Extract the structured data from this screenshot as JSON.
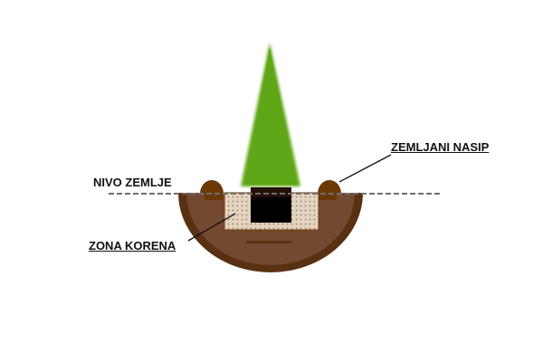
{
  "labels": {
    "ground_level": "NIVO ZEMLJE",
    "earth_mound": "ZEMLJANI NASIP",
    "root_zone": "ZONA KORENA"
  },
  "colors": {
    "soil": "#6e4126",
    "soil_edge": "#5a3012",
    "mound": "#6b3806",
    "root_zone": "#e3d3bf",
    "tree": "#5fa618",
    "root_ball": "#000000",
    "dashed_line": "#6f6f6f"
  }
}
